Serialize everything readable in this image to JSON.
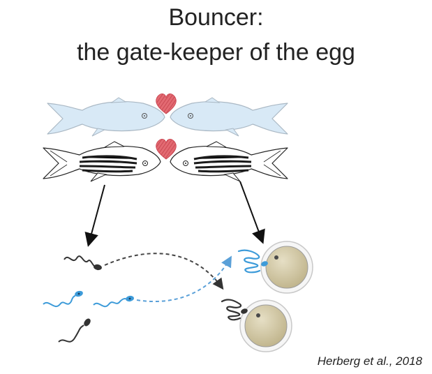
{
  "title": {
    "line1": "Bouncer:",
    "line2": "the gate-keeper of the egg"
  },
  "citation": "Herberg et al., 2018",
  "colors": {
    "fish_fill": "#d8e9f6",
    "fish_outline": "#9aa7b2",
    "heart": "#d9545e",
    "stripe": "#1a1a1a",
    "sperm_dark": "#333333",
    "sperm_blue": "#3d9bd9",
    "egg_yolk": "#d3c9a4",
    "egg_ring": "#c4c4c4",
    "arrow": "#111111"
  },
  "icons": [
    "fish-silhouette-icon",
    "heart-icon",
    "striped-fish-icon",
    "sperm-icon",
    "egg-icon",
    "arrow-icon"
  ]
}
